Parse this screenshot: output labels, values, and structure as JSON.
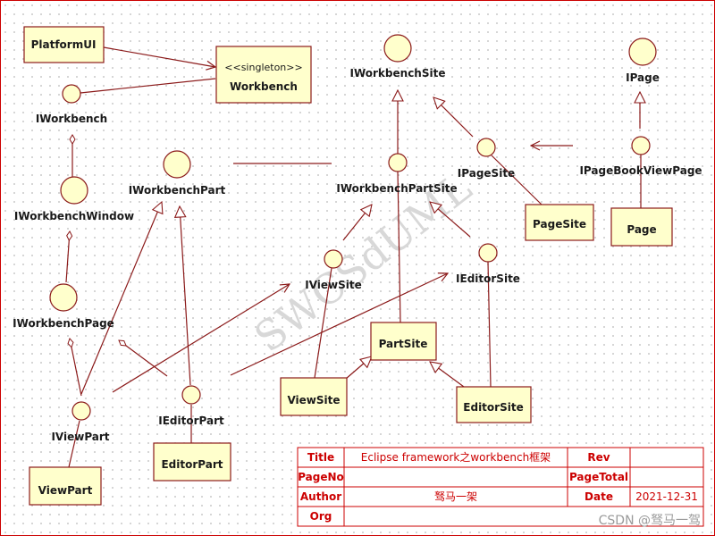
{
  "watermark": "SWCSdUML",
  "classes": {
    "platformui": "PlatformUI",
    "stereotype": "<<singleton>>",
    "workbench": "Workbench",
    "pagesite": "PageSite",
    "page": "Page",
    "partsite": "PartSite",
    "viewsite": "ViewSite",
    "editorsite": "EditorSite",
    "editorpart": "EditorPart",
    "viewpart": "ViewPart"
  },
  "interfaces": {
    "iworkbench": "IWorkbench",
    "iworkbenchwindow": "IWorkbenchWindow",
    "iworkbenchpage": "IWorkbenchPage",
    "iworkbenchpart": "IWorkbenchPart",
    "iworkbenchsite": "IWorkbenchSite",
    "ipage": "IPage",
    "ipagesite": "IPageSite",
    "ipagebookviewpage": "IPageBookViewPage",
    "iworkbenchpartsite": "IWorkbenchPartSite",
    "iviewsite": "IViewSite",
    "ieditorsite": "IEditorSite",
    "ieditorpart": "IEditorPart",
    "iviewpart": "IViewPart"
  },
  "title_block": {
    "title_label": "Title",
    "title_value": "Eclipse framework之workbench框架",
    "rev_label": "Rev",
    "rev_value": "",
    "pageno_label": "PageNo",
    "pageno_value": "",
    "pagetotal_label": "PageTotal",
    "pagetotal_value": "",
    "author_label": "Author",
    "author_value": "驽马一架",
    "date_label": "Date",
    "date_value": "2021-12-31",
    "org_label": "Org",
    "org_value": ""
  },
  "credit": "CSDN @驽马一驾",
  "colors": {
    "line": "#8b1a1a",
    "class_fill": "#ffffcc",
    "border": "#cc0000",
    "text": "#1a1a1a"
  }
}
